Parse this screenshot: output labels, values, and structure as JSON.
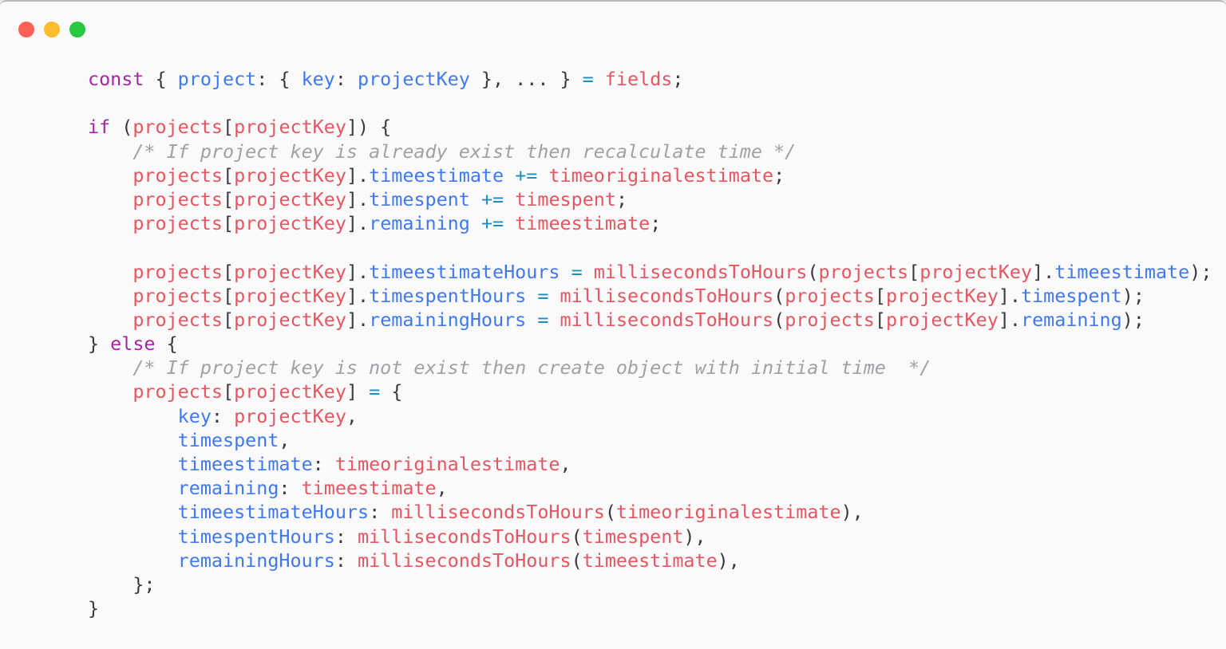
{
  "window": {
    "traffic_lights": [
      {
        "name": "close",
        "color": "#ff5f57"
      },
      {
        "name": "minimize",
        "color": "#febc2e"
      },
      {
        "name": "zoom",
        "color": "#28c840"
      }
    ]
  },
  "theme": {
    "keyword": "#a626a4",
    "variable": "#e45661",
    "property": "#4078f2",
    "operator": "#1b8fc4",
    "comment": "#a0a1a7",
    "punctuation": "#383a42",
    "background": "#fafafa"
  },
  "code": {
    "language": "javascript",
    "lines": [
      [
        [
          "kw",
          "const"
        ],
        [
          "p",
          " { "
        ],
        [
          "prop",
          "project"
        ],
        [
          "p",
          ": { "
        ],
        [
          "prop",
          "key"
        ],
        [
          "p",
          ": "
        ],
        [
          "prop",
          "projectKey"
        ],
        [
          "p",
          " }, ... } "
        ],
        [
          "op",
          "="
        ],
        [
          "p",
          " "
        ],
        [
          "var",
          "fields"
        ],
        [
          "p",
          ";"
        ]
      ],
      [],
      [
        [
          "kw",
          "if"
        ],
        [
          "p",
          " ("
        ],
        [
          "var",
          "projects"
        ],
        [
          "p",
          "["
        ],
        [
          "var",
          "projectKey"
        ],
        [
          "p",
          "]) {"
        ]
      ],
      [
        [
          "p",
          "    "
        ],
        [
          "cm",
          "/* If project key is already exist then recalculate time */"
        ]
      ],
      [
        [
          "p",
          "    "
        ],
        [
          "var",
          "projects"
        ],
        [
          "p",
          "["
        ],
        [
          "var",
          "projectKey"
        ],
        [
          "p",
          "]."
        ],
        [
          "prop",
          "timeestimate"
        ],
        [
          "p",
          " "
        ],
        [
          "op",
          "+="
        ],
        [
          "p",
          " "
        ],
        [
          "var",
          "timeoriginalestimate"
        ],
        [
          "p",
          ";"
        ]
      ],
      [
        [
          "p",
          "    "
        ],
        [
          "var",
          "projects"
        ],
        [
          "p",
          "["
        ],
        [
          "var",
          "projectKey"
        ],
        [
          "p",
          "]."
        ],
        [
          "prop",
          "timespent"
        ],
        [
          "p",
          " "
        ],
        [
          "op",
          "+="
        ],
        [
          "p",
          " "
        ],
        [
          "var",
          "timespent"
        ],
        [
          "p",
          ";"
        ]
      ],
      [
        [
          "p",
          "    "
        ],
        [
          "var",
          "projects"
        ],
        [
          "p",
          "["
        ],
        [
          "var",
          "projectKey"
        ],
        [
          "p",
          "]."
        ],
        [
          "prop",
          "remaining"
        ],
        [
          "p",
          " "
        ],
        [
          "op",
          "+="
        ],
        [
          "p",
          " "
        ],
        [
          "var",
          "timeestimate"
        ],
        [
          "p",
          ";"
        ]
      ],
      [],
      [
        [
          "p",
          "    "
        ],
        [
          "var",
          "projects"
        ],
        [
          "p",
          "["
        ],
        [
          "var",
          "projectKey"
        ],
        [
          "p",
          "]."
        ],
        [
          "prop",
          "timeestimateHours"
        ],
        [
          "p",
          " "
        ],
        [
          "op",
          "="
        ],
        [
          "p",
          " "
        ],
        [
          "var",
          "millisecondsToHours"
        ],
        [
          "p",
          "("
        ],
        [
          "var",
          "projects"
        ],
        [
          "p",
          "["
        ],
        [
          "var",
          "projectKey"
        ],
        [
          "p",
          "]."
        ],
        [
          "prop",
          "timeestimate"
        ],
        [
          "p",
          ");"
        ]
      ],
      [
        [
          "p",
          "    "
        ],
        [
          "var",
          "projects"
        ],
        [
          "p",
          "["
        ],
        [
          "var",
          "projectKey"
        ],
        [
          "p",
          "]."
        ],
        [
          "prop",
          "timespentHours"
        ],
        [
          "p",
          " "
        ],
        [
          "op",
          "="
        ],
        [
          "p",
          " "
        ],
        [
          "var",
          "millisecondsToHours"
        ],
        [
          "p",
          "("
        ],
        [
          "var",
          "projects"
        ],
        [
          "p",
          "["
        ],
        [
          "var",
          "projectKey"
        ],
        [
          "p",
          "]."
        ],
        [
          "prop",
          "timespent"
        ],
        [
          "p",
          ");"
        ]
      ],
      [
        [
          "p",
          "    "
        ],
        [
          "var",
          "projects"
        ],
        [
          "p",
          "["
        ],
        [
          "var",
          "projectKey"
        ],
        [
          "p",
          "]."
        ],
        [
          "prop",
          "remainingHours"
        ],
        [
          "p",
          " "
        ],
        [
          "op",
          "="
        ],
        [
          "p",
          " "
        ],
        [
          "var",
          "millisecondsToHours"
        ],
        [
          "p",
          "("
        ],
        [
          "var",
          "projects"
        ],
        [
          "p",
          "["
        ],
        [
          "var",
          "projectKey"
        ],
        [
          "p",
          "]."
        ],
        [
          "prop",
          "remaining"
        ],
        [
          "p",
          ");"
        ]
      ],
      [
        [
          "p",
          "} "
        ],
        [
          "kw",
          "else"
        ],
        [
          "p",
          " {"
        ]
      ],
      [
        [
          "p",
          "    "
        ],
        [
          "cm",
          "/* If project key is not exist then create object with initial time  */"
        ]
      ],
      [
        [
          "p",
          "    "
        ],
        [
          "var",
          "projects"
        ],
        [
          "p",
          "["
        ],
        [
          "var",
          "projectKey"
        ],
        [
          "p",
          "] "
        ],
        [
          "op",
          "="
        ],
        [
          "p",
          " {"
        ]
      ],
      [
        [
          "p",
          "        "
        ],
        [
          "prop",
          "key"
        ],
        [
          "p",
          ": "
        ],
        [
          "var",
          "projectKey"
        ],
        [
          "p",
          ","
        ]
      ],
      [
        [
          "p",
          "        "
        ],
        [
          "prop",
          "timespent"
        ],
        [
          "p",
          ","
        ]
      ],
      [
        [
          "p",
          "        "
        ],
        [
          "prop",
          "timeestimate"
        ],
        [
          "p",
          ": "
        ],
        [
          "var",
          "timeoriginalestimate"
        ],
        [
          "p",
          ","
        ]
      ],
      [
        [
          "p",
          "        "
        ],
        [
          "prop",
          "remaining"
        ],
        [
          "p",
          ": "
        ],
        [
          "var",
          "timeestimate"
        ],
        [
          "p",
          ","
        ]
      ],
      [
        [
          "p",
          "        "
        ],
        [
          "prop",
          "timeestimateHours"
        ],
        [
          "p",
          ": "
        ],
        [
          "var",
          "millisecondsToHours"
        ],
        [
          "p",
          "("
        ],
        [
          "var",
          "timeoriginalestimate"
        ],
        [
          "p",
          "),"
        ]
      ],
      [
        [
          "p",
          "        "
        ],
        [
          "prop",
          "timespentHours"
        ],
        [
          "p",
          ": "
        ],
        [
          "var",
          "millisecondsToHours"
        ],
        [
          "p",
          "("
        ],
        [
          "var",
          "timespent"
        ],
        [
          "p",
          "),"
        ]
      ],
      [
        [
          "p",
          "        "
        ],
        [
          "prop",
          "remainingHours"
        ],
        [
          "p",
          ": "
        ],
        [
          "var",
          "millisecondsToHours"
        ],
        [
          "p",
          "("
        ],
        [
          "var",
          "timeestimate"
        ],
        [
          "p",
          "),"
        ]
      ],
      [
        [
          "p",
          "    };"
        ]
      ],
      [
        [
          "p",
          "}"
        ]
      ]
    ]
  }
}
